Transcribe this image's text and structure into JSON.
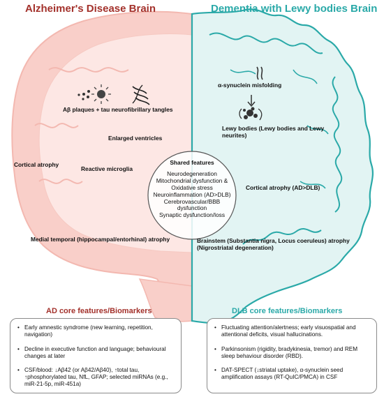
{
  "titles": {
    "ad": "Alzheimer's Disease Brain",
    "dlb": "Dementia with Lewy bodies Brain"
  },
  "ad_labels": {
    "plaques": "Aβ plaques + tau neurofibrillary tangles",
    "ventricles": "Enlarged ventricles",
    "cortical": "Cortical atrophy",
    "microglia": "Reactive microglia",
    "medial": "Medial temporal (hippocampal/entorhinal) atrophy"
  },
  "dlb_labels": {
    "misfolding": "α-synuclein misfolding",
    "lewy_line1": "Lewy bodies (Lewy bodies and Lewy",
    "lewy_line2": "neurites)",
    "cortical": "Cortical atrophy (AD>DLB)",
    "brainstem_line1": "Brainstem (Substantia nigra, Locus coeruleus) atrophy",
    "brainstem_line2": "(Nigrostriatal degeneration)"
  },
  "shared": {
    "title": "Shared features",
    "items": [
      "Neurodegeneration",
      "Mitochondrial dysfunction &",
      "Oxidative stress",
      "Neuroinflammation (AD>DLB)",
      "Cerebrovascular/BBB",
      "dysfunction",
      "Synaptic dysfunction/loss"
    ]
  },
  "ad_panel": {
    "heading": "AD core features/Biomarkers",
    "bullets": [
      "Early amnestic syndrome (new learning, repetition, navigation)",
      "Decline in executive function and language; behavioural changes at later",
      "CSF/blood: ↓Aβ42 (or Aβ42/Aβ40), ↑total tau, ↑phosphorylated tau, NfL, GFAP; selected miRNAs (e.g., miR-21-5p, miR-451a)"
    ]
  },
  "dlb_panel": {
    "heading": "DLB core features/Biomarkers",
    "bullets": [
      "Fluctuating attention/alertness; early visuospatial and attentional deficits, visual hallucinations.",
      "Parkinsonism (rigidity, bradykinesia, tremor) and REM sleep behaviour disorder (RBD).",
      "DAT-SPECT (↓striatal uptake), α-synuclein seed amplification assays (RT-QuIC/PMCA) in CSF"
    ]
  },
  "colors": {
    "ad_fill": "#f9cfc9",
    "ad_accent": "#a3312b",
    "dlb_stroke": "#2aa9a8",
    "dlb_fill": "#e2f4f3"
  }
}
